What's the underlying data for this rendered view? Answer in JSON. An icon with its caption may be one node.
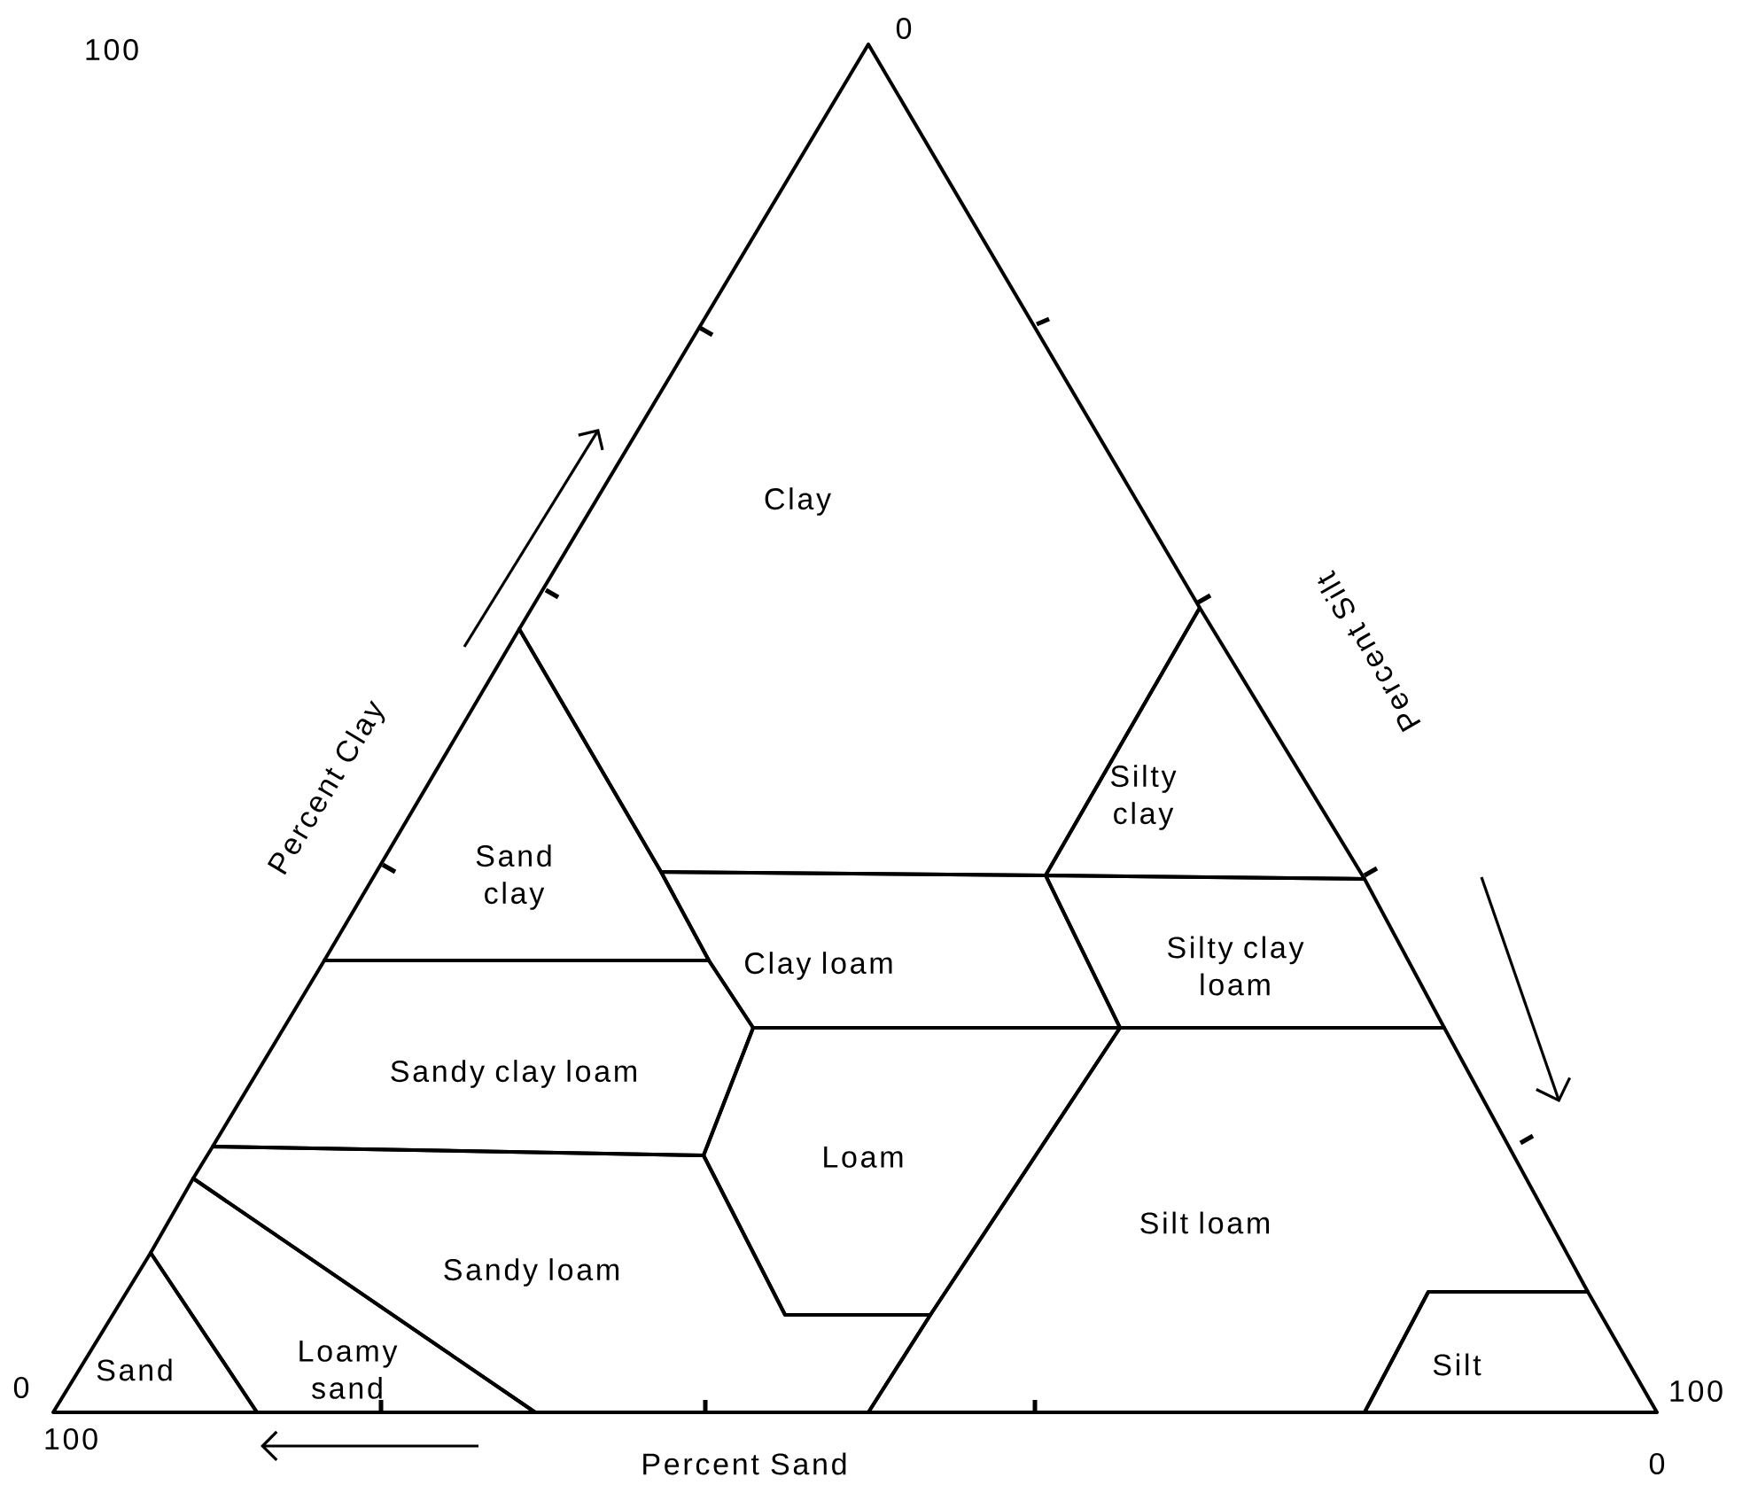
{
  "diagram": {
    "nodes": [
      {
        "text": [
          "Clay"
        ]
      },
      {
        "text": [
          "Silty clay"
        ]
      },
      {
        "text": [
          "Sand clay"
        ]
      },
      {
        "text": [
          "Clay loam"
        ]
      },
      {
        "text": [
          "Silty clay loam"
        ]
      },
      {
        "text": [
          "Sandy clay loam"
        ]
      },
      {
        "text": [
          "Loam"
        ]
      },
      {
        "text": [
          "Silt loam"
        ]
      },
      {
        "text": [
          "Sandy loam"
        ]
      },
      {
        "text": [
          "Sand"
        ]
      },
      {
        "text": [
          "Loamy sand"
        ]
      },
      {
        "text": [
          "Silt"
        ]
      }
    ],
    "labels": [
      "100",
      "0",
      "Percent Silt",
      "Percent Clay",
      "0",
      "100",
      "100",
      "Percent Sand",
      "0"
    ]
  }
}
